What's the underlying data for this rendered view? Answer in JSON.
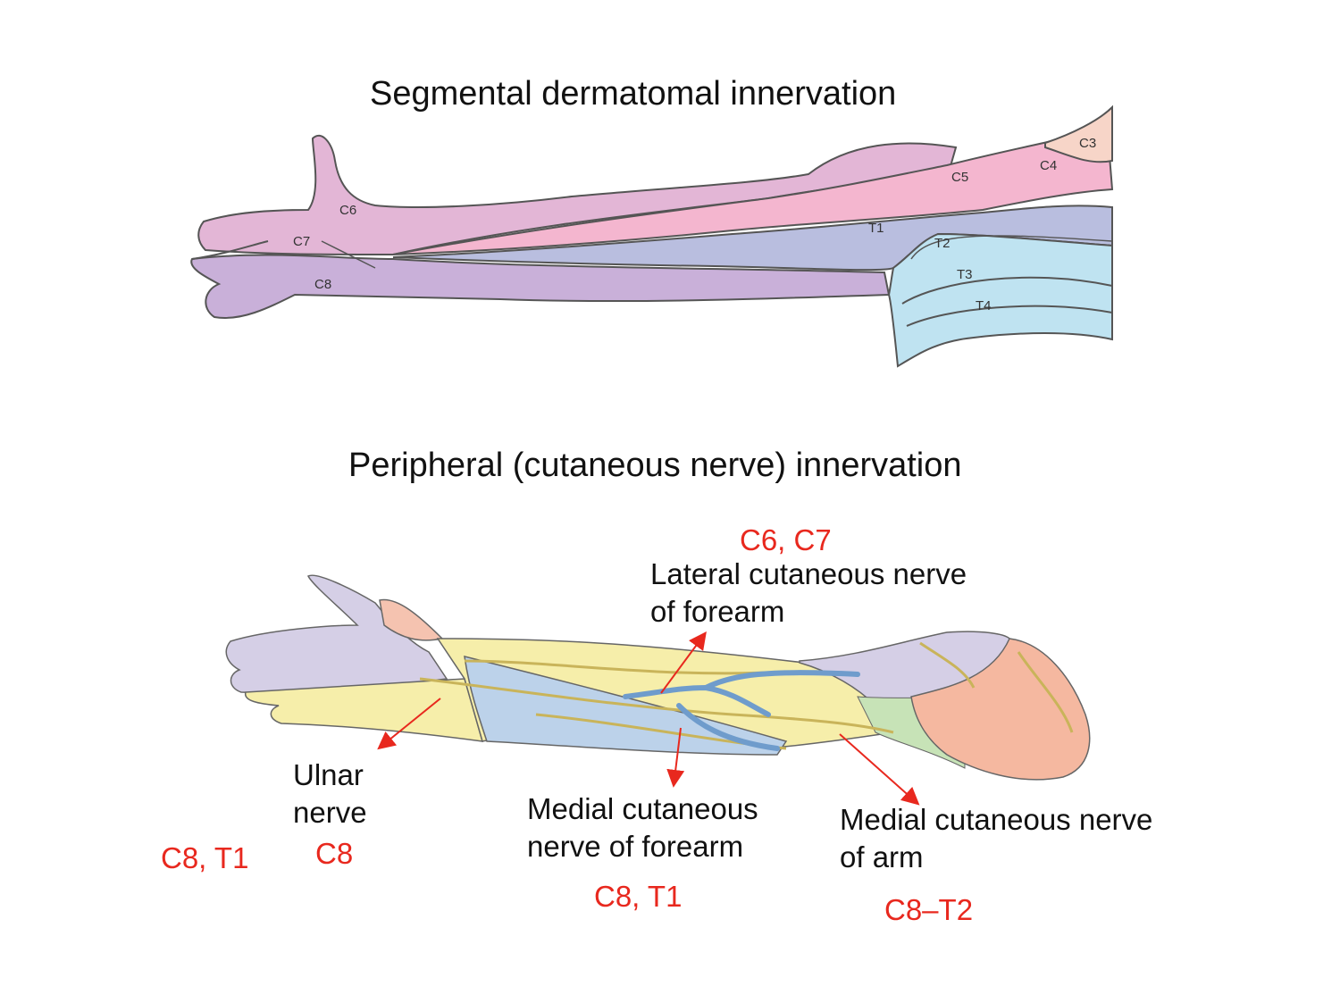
{
  "top_title": "Segmental dermatomal innervation",
  "bottom_title": "Peripheral (cutaneous nerve) innervation",
  "dermatomes": {
    "c3": "C3",
    "c4": "C4",
    "c5": "C5",
    "c6": "C6",
    "c7": "C7",
    "c8": "C8",
    "t1": "T1",
    "t2": "T2",
    "t3": "T3",
    "t4": "T4"
  },
  "nerves": {
    "lateral": {
      "label_line1": "Lateral cutaneous nerve",
      "label_line2": "of forearm",
      "roots": "C6, C7"
    },
    "ulnar": {
      "label_line1": "Ulnar",
      "label_line2": "nerve",
      "roots": "C8"
    },
    "hand_roots": "C8, T1",
    "medial_forearm": {
      "label_line1": "Medial cutaneous",
      "label_line2": "nerve of forearm",
      "roots": "C8, T1"
    },
    "medial_arm": {
      "label_line1": "Medial cutaneous nerve",
      "label_line2": "of arm",
      "roots": "C8–T2"
    }
  },
  "colors": {
    "c6_pink": "#e3b6d6",
    "c5_pink": "#f4b6cf",
    "t1_blue": "#b9bedf",
    "t2_cyan": "#bfe3f1",
    "purple": "#c9b0d9",
    "red_annotation": "#e8281e"
  }
}
